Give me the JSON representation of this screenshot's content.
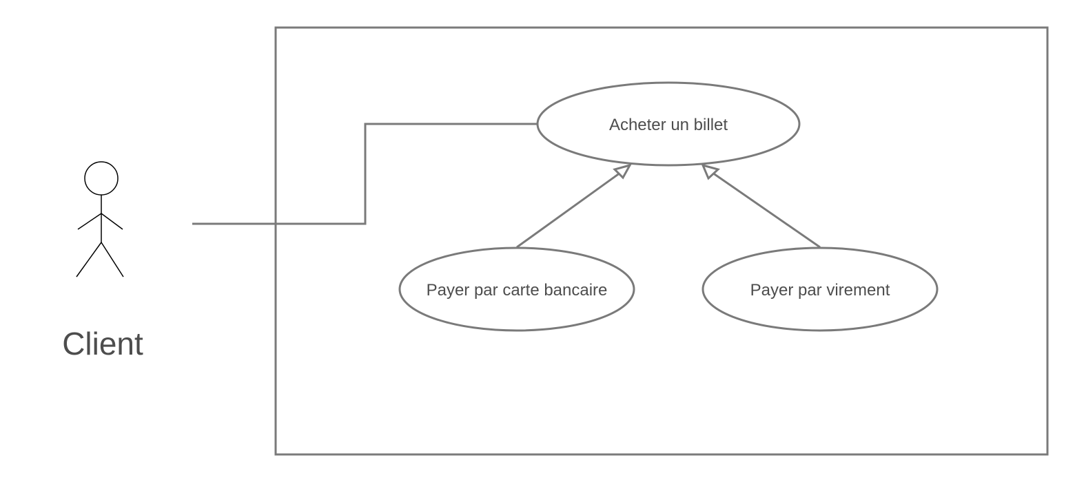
{
  "diagram": {
    "type": "use-case",
    "actor": {
      "label": "Client"
    },
    "use_cases": {
      "main": {
        "label": "Acheter un billet"
      },
      "card": {
        "label": "Payer par carte bancaire"
      },
      "transfer": {
        "label": "Payer par virement"
      }
    },
    "relations": [
      {
        "from": "Client",
        "to": "Acheter un billet",
        "kind": "association"
      },
      {
        "from": "Payer par carte bancaire",
        "to": "Acheter un billet",
        "kind": "generalization"
      },
      {
        "from": "Payer par virement",
        "to": "Acheter un billet",
        "kind": "generalization"
      }
    ],
    "colors": {
      "stroke": "#7a7a7a",
      "actor_stroke": "#000000",
      "text": "#4d4d4d"
    }
  }
}
